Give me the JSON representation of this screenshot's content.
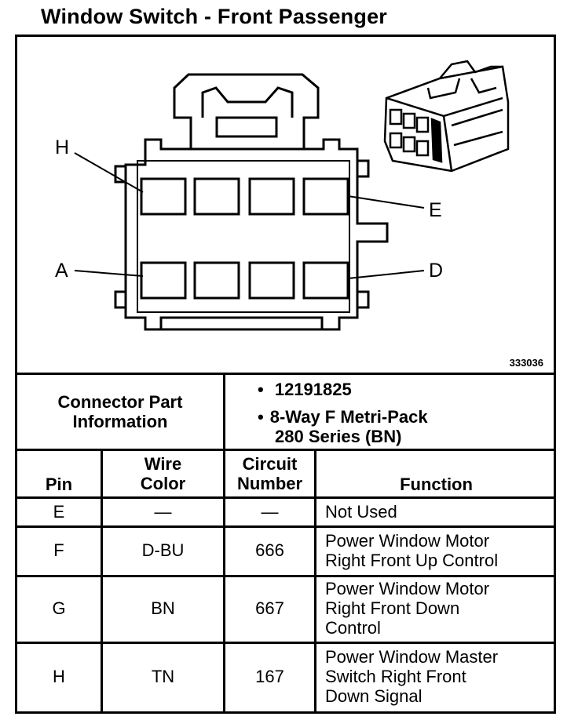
{
  "title": "Window Switch - Front Passenger",
  "figure_number": "333036",
  "pin_labels": {
    "h": "H",
    "e": "E",
    "a": "A",
    "d": "D"
  },
  "connector_info": {
    "label_line1": "Connector Part",
    "label_line2": "Information",
    "bullet": "•",
    "part_number": "12191825",
    "description_line1": "8-Way F Metri-Pack",
    "description_line2": "280 Series (BN)"
  },
  "table": {
    "headers": {
      "pin": "Pin",
      "wire_color_line1": "Wire",
      "wire_color_line2": "Color",
      "circuit_line1": "Circuit",
      "circuit_line2": "Number",
      "function": "Function"
    },
    "rows": [
      {
        "pin": "E",
        "wire": "—",
        "circuit": "—",
        "function": [
          "Not Used"
        ]
      },
      {
        "pin": "F",
        "wire": "D-BU",
        "circuit": "666",
        "function": [
          "Power Window Motor",
          "Right Front Up Control"
        ]
      },
      {
        "pin": "G",
        "wire": "BN",
        "circuit": "667",
        "function": [
          "Power Window Motor",
          "Right Front Down",
          "Control"
        ]
      },
      {
        "pin": "H",
        "wire": "TN",
        "circuit": "167",
        "function": [
          "Power Window Master",
          "Switch Right Front",
          "Down Signal"
        ]
      }
    ]
  }
}
